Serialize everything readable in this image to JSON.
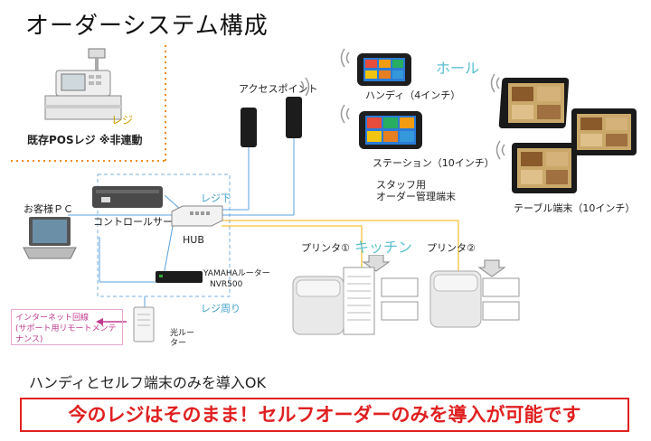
{
  "title": "オーダーシステム構成",
  "pos": {
    "label": "レジ",
    "caption": "既存POSレジ ※非連動"
  },
  "access_point": {
    "label": "アクセスポイント"
  },
  "hall": {
    "label": "ホール"
  },
  "handy": {
    "label": "ハンディ（4インチ）"
  },
  "station": {
    "label": "ステーション（10インチ）"
  },
  "staff_note": {
    "line1": "スタッフ用",
    "line2": "オーダー管理端末"
  },
  "table_terminal": {
    "label": "テーブル端末（10インチ）"
  },
  "customer_pc": {
    "label": "お客様ＰＣ"
  },
  "control_server": {
    "label": "コントロールサーバー"
  },
  "reji_shita": {
    "label": "レジ下"
  },
  "hub": {
    "label": "HUB"
  },
  "router": {
    "line1": "YAMAHAルーター",
    "line2": "NVR500"
  },
  "reji_mawari": {
    "label": "レジ周り"
  },
  "internet": {
    "line1": "インターネット回線",
    "line2": "(サポート用リモートメンテナンス)"
  },
  "fiber_router": {
    "line1": "光ルー",
    "line2": "ター"
  },
  "kitchen": {
    "label": "キッチン"
  },
  "printer1": {
    "label": "プリンタ①"
  },
  "printer2": {
    "label": "プリンタ②"
  },
  "footer": {
    "line": "ハンディとセルフ端末のみを導入OK",
    "banner": "今のレジはそのまま！セルフオーダーのみを導入が可能です"
  }
}
